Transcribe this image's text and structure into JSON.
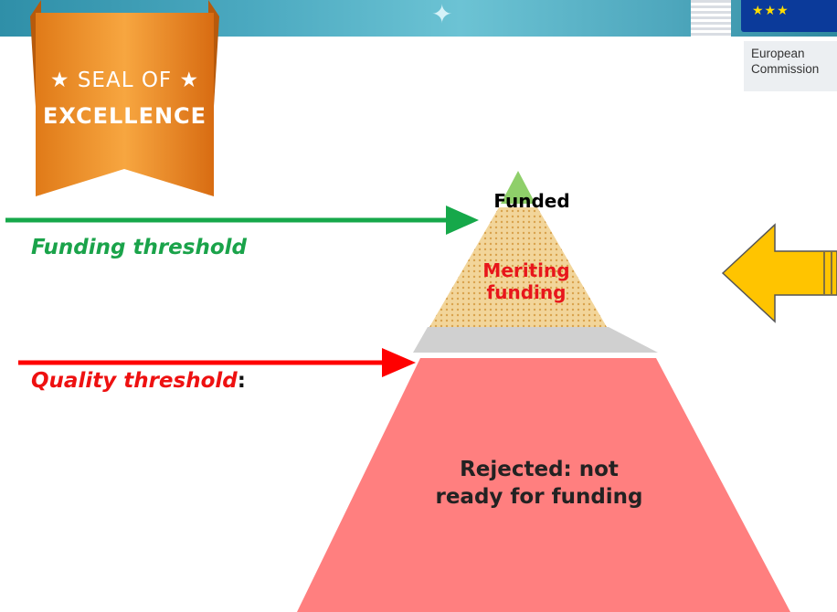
{
  "seal": {
    "line1": "★ SEAL OF ★",
    "line2": "EXCELLENCE"
  },
  "logo": {
    "line1": "European",
    "line2": "Commission"
  },
  "thresholds": {
    "funding": "Funding threshold",
    "quality": "Quality threshold",
    "quality_colon": ":"
  },
  "pyramid": {
    "funded": "Funded",
    "meriting_line1": "Meriting",
    "meriting_line2": "funding",
    "rejected_line1": "Rejected: not",
    "rejected_line2": "ready for funding"
  },
  "colors": {
    "funded": "#8fcf6a",
    "meriting": "#e9c98b",
    "rejected": "#ff7f7f",
    "funding_arrow": "#16a84a",
    "quality_arrow": "#ff0000",
    "pointer_arrow": "#ffc400",
    "seal": "#f08a24"
  }
}
